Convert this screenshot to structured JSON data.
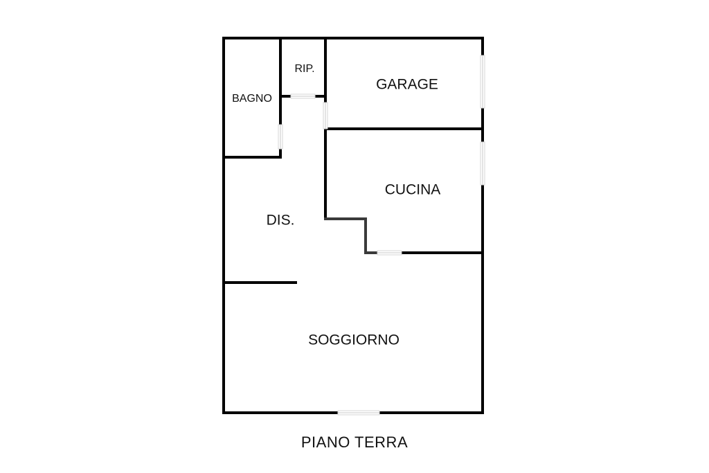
{
  "rooms": {
    "bagno": "BAGNO",
    "rip": "RIP.",
    "garage": "GARAGE",
    "cucina": "CUCINA",
    "dis": "DIS.",
    "soggiorno": "SOGGIORNO"
  },
  "floor_label": "PIANO TERRA",
  "colors": {
    "wall": "#000000",
    "background": "#ffffff",
    "opening": "#d4d4d4"
  }
}
